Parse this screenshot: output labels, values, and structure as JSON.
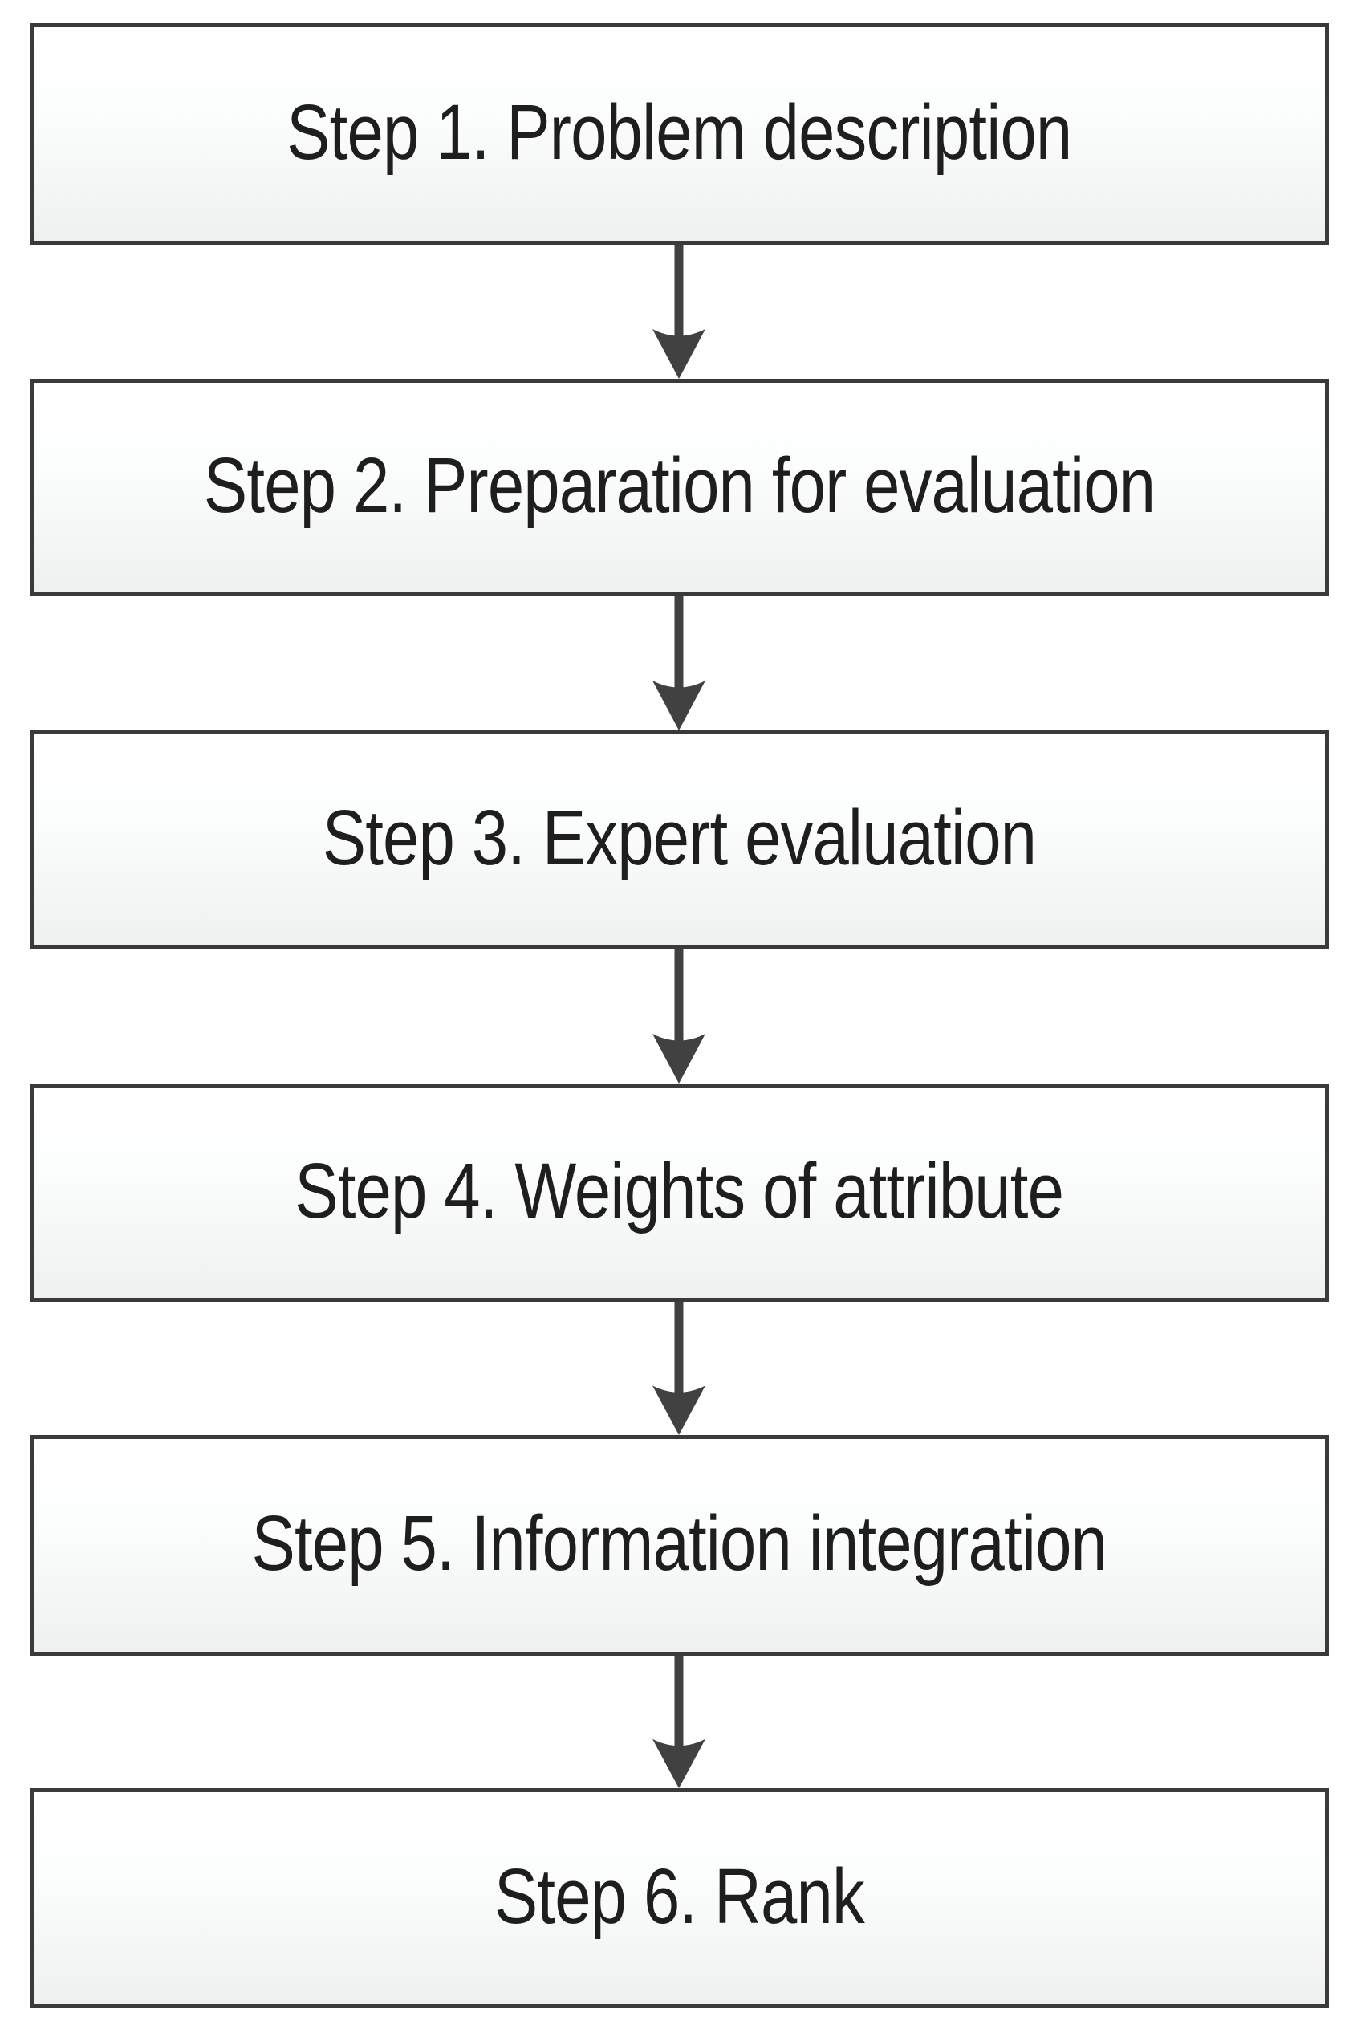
{
  "diagram": {
    "type": "flowchart",
    "direction": "top-to-bottom",
    "connector": "arrow-down"
  },
  "steps": [
    {
      "label": "Step 1. Problem description"
    },
    {
      "label": "Step 2. Preparation for evaluation"
    },
    {
      "label": "Step 3. Expert evaluation"
    },
    {
      "label": "Step 4. Weights of attribute"
    },
    {
      "label": "Step 5. Information integration"
    },
    {
      "label": "Step 6. Rank"
    }
  ],
  "colors": {
    "border": "#3a3a3a",
    "arrow": "#414141",
    "text": "#1e1e1e",
    "fill_top": "#ffffff",
    "fill_bottom": "#eff0f0",
    "page_bg": "#ffffff"
  }
}
